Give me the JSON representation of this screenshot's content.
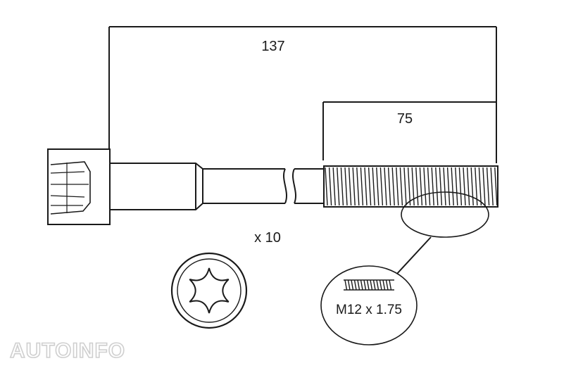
{
  "dimensions": {
    "overall_length": "137",
    "thread_length": "75"
  },
  "quantity": "x 10",
  "thread_spec": "M12 x 1.75",
  "head_drive": "torx-star",
  "watermark": "AUTOINFO",
  "colors": {
    "line": "#1a1a1a",
    "background": "#ffffff",
    "watermark": "#cfcfcf"
  }
}
